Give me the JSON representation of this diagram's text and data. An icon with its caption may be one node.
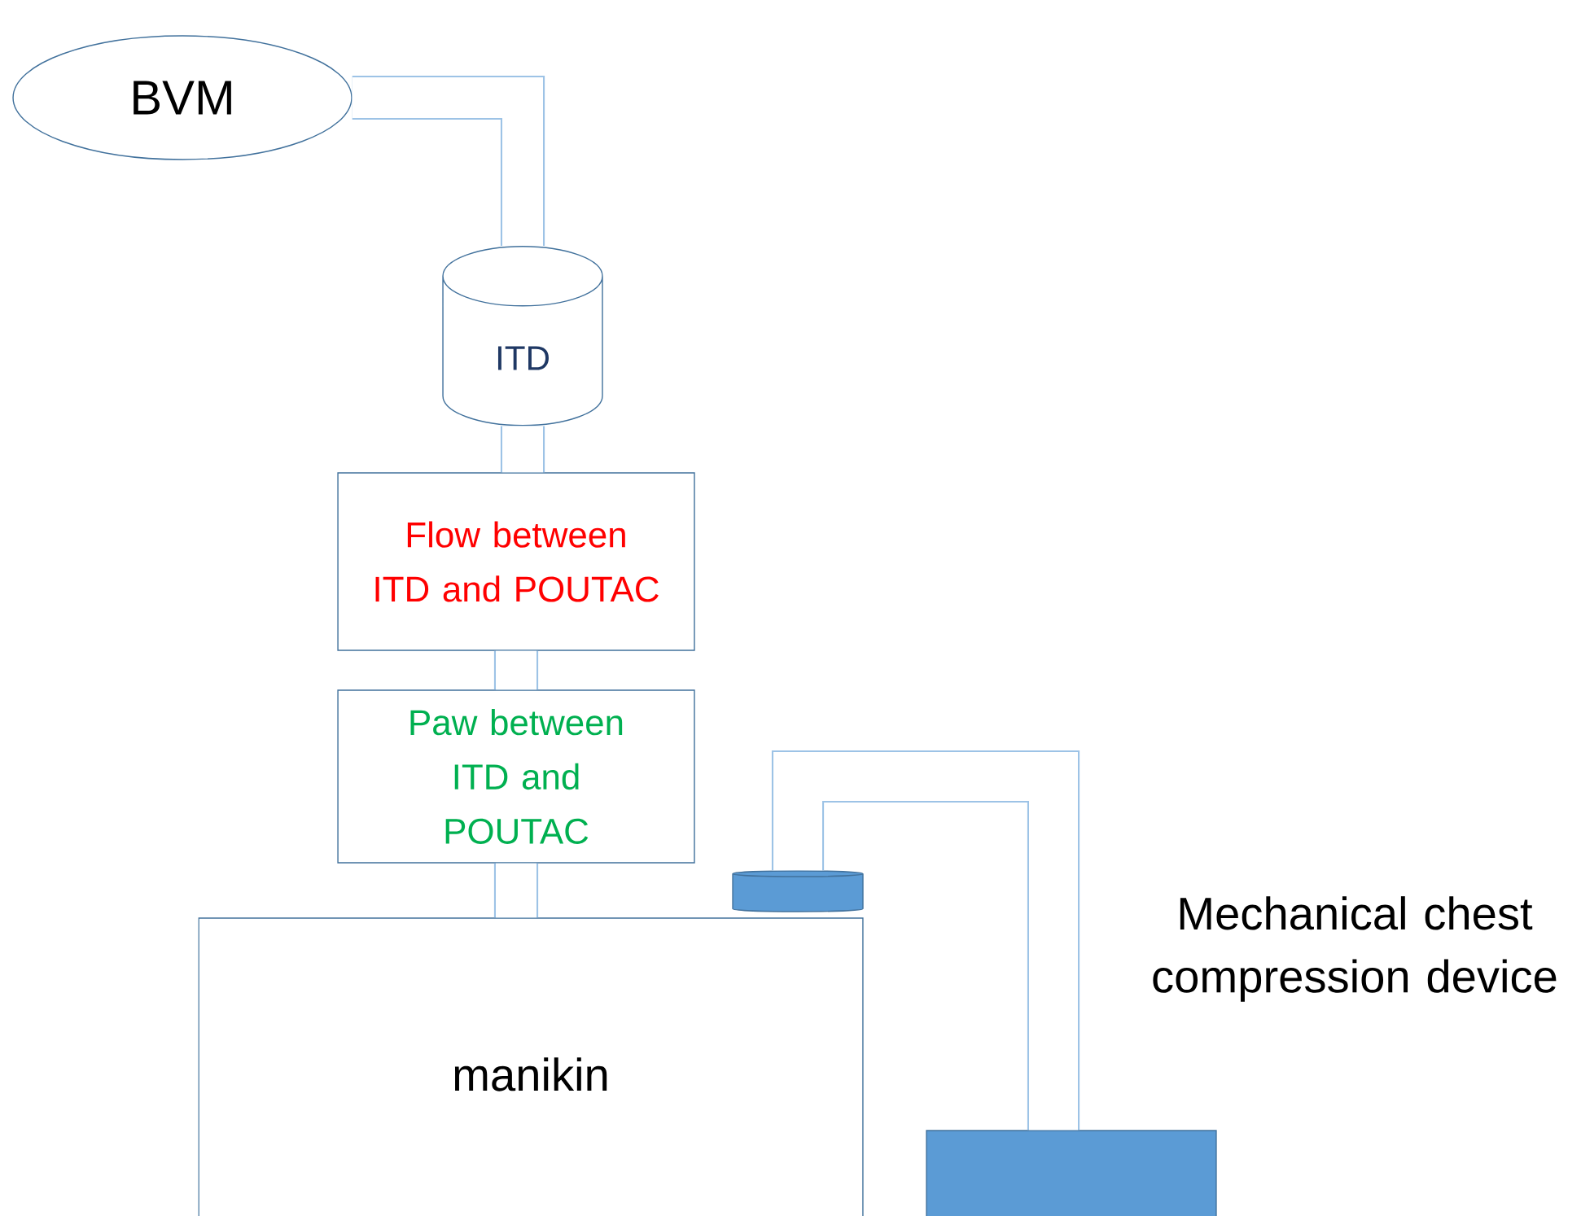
{
  "diagram": {
    "nodes": [
      {
        "text": [
          "BVM"
        ]
      },
      {
        "text": [
          "ITD"
        ]
      },
      {
        "text": [
          "Flow between ITD and POUTAC"
        ]
      },
      {
        "text": [
          "Paw between ITD and POUTAC"
        ]
      },
      {
        "text": [
          "manikin"
        ]
      },
      {
        "text": [],
        "shape": "cylinder"
      },
      {
        "text": [],
        "shape": "box",
        "beside": [
          "Mechanical chest compression device"
        ]
      }
    ],
    "edges": [
      {
        "from": 0,
        "to": 1,
        "arrow": "none"
      },
      {
        "from": 1,
        "to": 2,
        "arrow": "none"
      },
      {
        "from": 2,
        "to": 3,
        "arrow": "none"
      },
      {
        "from": 3,
        "to": 4,
        "arrow": "none"
      },
      {
        "from": 5,
        "to": 6,
        "arrow": "none"
      }
    ]
  }
}
